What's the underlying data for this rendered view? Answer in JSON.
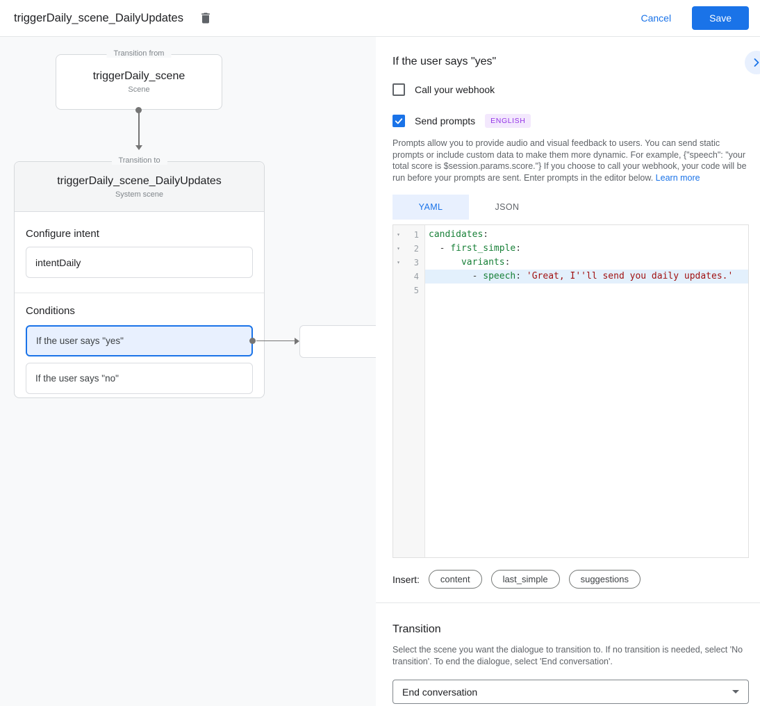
{
  "header": {
    "title": "triggerDaily_scene_DailyUpdates",
    "cancel_label": "Cancel",
    "save_label": "Save"
  },
  "canvas": {
    "from_node": {
      "legend": "Transition from",
      "title": "triggerDaily_scene",
      "subtitle": "Scene"
    },
    "to_node": {
      "legend": "Transition to",
      "title": "triggerDaily_scene_DailyUpdates",
      "subtitle": "System scene",
      "configure_intent_label": "Configure intent",
      "intent_value": "intentDaily",
      "conditions_label": "Conditions",
      "conditions": [
        {
          "label": "If the user says \"yes\"",
          "selected": true
        },
        {
          "label": "If the user says \"no\"",
          "selected": false
        }
      ]
    }
  },
  "panel": {
    "title": "If the user says \"yes\"",
    "webhook": {
      "label": "Call your webhook",
      "checked": false
    },
    "send_prompts": {
      "label": "Send prompts",
      "badge": "ENGLISH",
      "checked": true
    },
    "description": "Prompts allow you to provide audio and visual feedback to users. You can send static prompts or include custom data to make them more dynamic. For example, {\"speech\": \"your total score is $session.params.score.\"} If you choose to call your webhook, your code will be run before your prompts are sent. Enter prompts in the editor below. ",
    "learn_more_label": "Learn more",
    "tabs": [
      {
        "label": "YAML",
        "active": true
      },
      {
        "label": "JSON",
        "active": false
      }
    ],
    "editor": {
      "lines": [
        {
          "num": "1",
          "fold": true,
          "highlight": false,
          "segments": [
            {
              "type": "key",
              "text": "candidates"
            },
            {
              "type": "plain",
              "text": ":"
            }
          ]
        },
        {
          "num": "2",
          "fold": true,
          "highlight": false,
          "segments": [
            {
              "type": "plain",
              "text": "  - "
            },
            {
              "type": "key",
              "text": "first_simple"
            },
            {
              "type": "plain",
              "text": ":"
            }
          ]
        },
        {
          "num": "3",
          "fold": true,
          "highlight": false,
          "segments": [
            {
              "type": "plain",
              "text": "      "
            },
            {
              "type": "key",
              "text": "variants"
            },
            {
              "type": "plain",
              "text": ":"
            }
          ]
        },
        {
          "num": "4",
          "fold": false,
          "highlight": true,
          "segments": [
            {
              "type": "plain",
              "text": "        - "
            },
            {
              "type": "key",
              "text": "speech"
            },
            {
              "type": "plain",
              "text": ": "
            },
            {
              "type": "string",
              "text": "'Great, I''ll send you daily updates.'"
            }
          ]
        },
        {
          "num": "5",
          "fold": false,
          "highlight": false,
          "segments": []
        }
      ]
    },
    "insert": {
      "label": "Insert:",
      "buttons": [
        "content",
        "last_simple",
        "suggestions"
      ]
    },
    "transition": {
      "title": "Transition",
      "description": "Select the scene you want the dialogue to transition to. If no transition is needed, select 'No transition'. To end the dialogue, select 'End conversation'.",
      "dropdown_value": "End conversation"
    }
  },
  "colors": {
    "accent_blue": "#1a73e8",
    "selected_condition_bg": "#e8f0fe",
    "badge_purple_bg": "#f3e8fd",
    "badge_purple_text": "#9334e6",
    "code_key_green": "#188038",
    "code_string_red": "#a11111",
    "code_highlight_bg": "#e3f0fc",
    "canvas_bg": "#f8f9fa"
  }
}
